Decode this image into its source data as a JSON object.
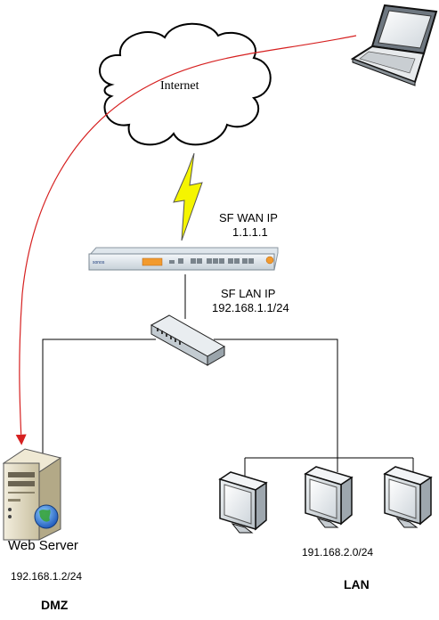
{
  "cloud": {
    "label": "Internet"
  },
  "firewall": {
    "brand": "sonos",
    "wan_title": "SF WAN IP",
    "wan_ip": "1.1.1.1",
    "lan_title": "SF LAN IP",
    "lan_ip": "192.168.1.1/24"
  },
  "dmz": {
    "server_label": "Web Server",
    "server_ip": "192.168.1.2/24",
    "zone_label": "DMZ"
  },
  "lan": {
    "network": "191.168.2.0/24",
    "zone_label": "LAN"
  },
  "colors": {
    "flow_arrow": "#d62020",
    "lightning": "#f5f500",
    "wire": "#000000"
  },
  "icons": [
    "cloud-icon",
    "laptop-icon",
    "lightning-icon",
    "firewall-appliance-icon",
    "network-switch-icon",
    "server-icon",
    "globe-icon",
    "monitor-icon"
  ]
}
